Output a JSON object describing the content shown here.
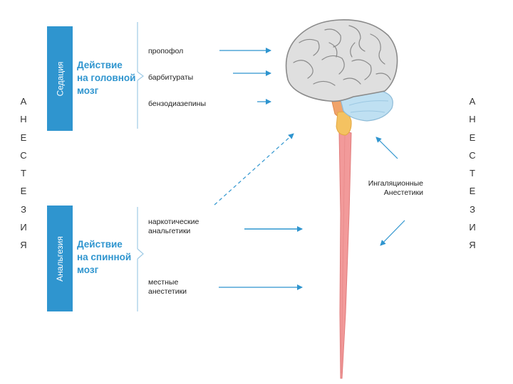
{
  "left_vertical": [
    "А",
    "Н",
    "Е",
    "С",
    "Т",
    "Е",
    "З",
    "И",
    "Я"
  ],
  "right_vertical": [
    "А",
    "Н",
    "Е",
    "С",
    "Т",
    "Е",
    "З",
    "И",
    "Я"
  ],
  "sedation": {
    "band_label": "Седация",
    "action_title": "Действие\nна головной\nмозг",
    "drugs": [
      "пропофол",
      "барбитураты",
      "бензодиазепины"
    ]
  },
  "analgesia": {
    "band_label": "Анальгезия",
    "action_title": "Действие\nна спинной\nмозг",
    "drugs": [
      "наркотические\nанальгетики",
      "местные\nанестетики"
    ]
  },
  "inhalational_label": "Ингаляционные\nАнестетики",
  "colors": {
    "accent": "#2f95cf",
    "brain_gray": "#dfdfdf",
    "cerebellum_blue": "#bfe0f2",
    "brainstem_yellow": "#f4c261",
    "spinal_cord": "#f29a9a"
  }
}
